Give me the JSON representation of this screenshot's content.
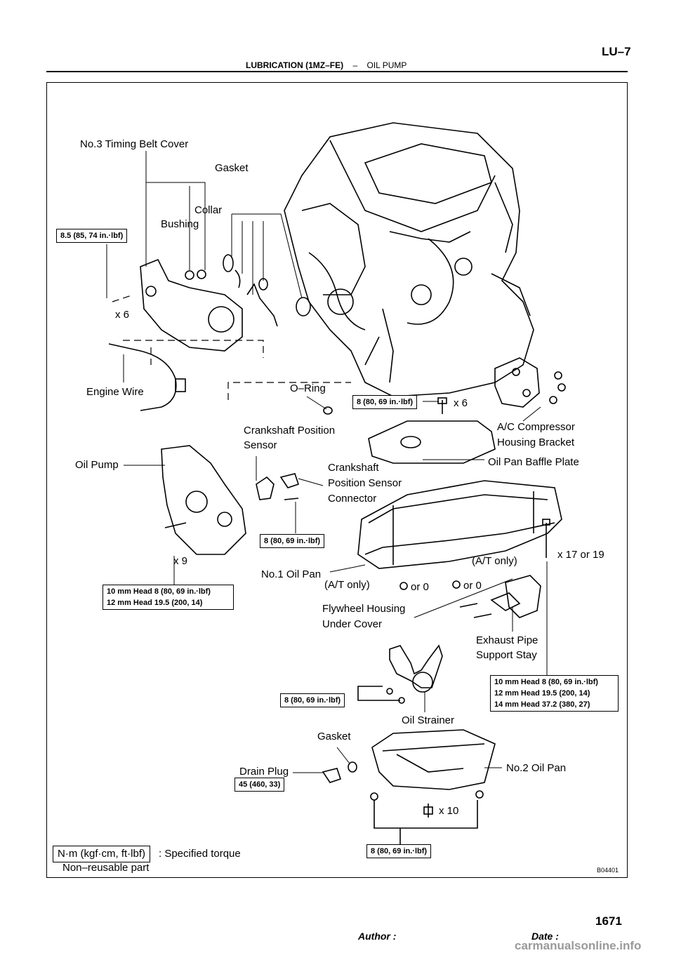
{
  "header": {
    "page_code": "LU–7",
    "section": "LUBRICATION (1MZ–FE)",
    "separator": "–",
    "subsection": "OIL PUMP"
  },
  "labels": {
    "no3_timing_belt_cover": "No.3 Timing Belt Cover",
    "gasket_top": "Gasket",
    "collar": "Collar",
    "bushing": "Bushing",
    "x6_left": "x 6",
    "engine_wire": "Engine Wire",
    "o_ring": "O–Ring",
    "x6_right": "x 6",
    "ac_compressor_line1": "A/C Compressor",
    "ac_compressor_line2": "Housing Bracket",
    "crank_pos_sensor_line1": "Crankshaft Position",
    "crank_pos_sensor_line2": "Sensor",
    "oil_pump": "Oil Pump",
    "crank_conn_line1": "Crankshaft",
    "crank_conn_line2": "Position Sensor",
    "crank_conn_line3": "Connector",
    "oil_pan_baffle_plate": "Oil Pan Baffle Plate",
    "x9": "x 9",
    "x17or19": "x 17 or 19",
    "at_only_right": "(A/T only)",
    "no1_oil_pan": "No.1 Oil Pan",
    "at_only_left": "(A/T only)",
    "or0_left": "or 0",
    "or0_right": "or 0",
    "flywheel_line1": "Flywheel Housing",
    "flywheel_line2": "Under Cover",
    "exhaust_line1": "Exhaust Pipe",
    "exhaust_line2": "Support Stay",
    "oil_strainer": "Oil Strainer",
    "gasket_bottom": "Gasket",
    "drain_plug": "Drain Plug",
    "no2_oil_pan": "No.2 Oil Pan",
    "x10": "x 10",
    "figure_code": "B04401"
  },
  "torques": {
    "t_85": "8.5 (85, 74 in.·lbf)",
    "t_8_oring": "8 (80, 69 in.·lbf)",
    "t_8_sensor": "8 (80, 69 in.·lbf)",
    "oil_pump_line1": "10 mm Head 8 (80, 69 in.·lbf)",
    "oil_pump_line2": "12 mm Head 19.5 (200, 14)",
    "oil_pan_line1": "10 mm Head 8 (80, 69 in.·lbf)",
    "oil_pan_line2": "12 mm Head 19.5 (200, 14)",
    "oil_pan_line3": "14 mm Head 37.2 (380, 27)",
    "t_8_strainer": "8 (80, 69 in.·lbf)",
    "t_45_drain": "45 (460, 33)",
    "t_8_pan2": "8 (80, 69 in.·lbf)"
  },
  "legend": {
    "unit_box": "N·m (kgf·cm, ft·lbf)",
    "specified_torque": ": Specified torque",
    "non_reusable": "Non–reusable part"
  },
  "footer": {
    "author_label": "Author :",
    "date_label": "Date :",
    "page_number": "1671",
    "watermark": "carmanualsonline.info"
  }
}
